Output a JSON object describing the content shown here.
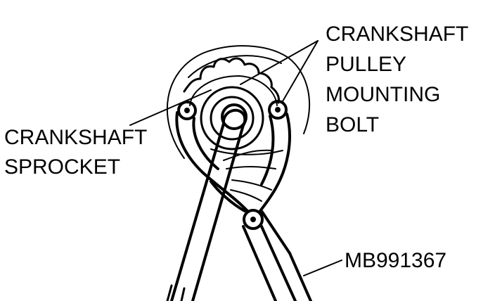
{
  "labels": {
    "bolt": [
      "CRANKSHAFT",
      "PULLEY",
      "MOUNTING",
      "BOLT"
    ],
    "sprocket": [
      "CRANKSHAFT",
      "SPROCKET"
    ],
    "tool": "MB991367"
  },
  "colors": {
    "ink": "#000000",
    "paper": "#ffffff"
  }
}
